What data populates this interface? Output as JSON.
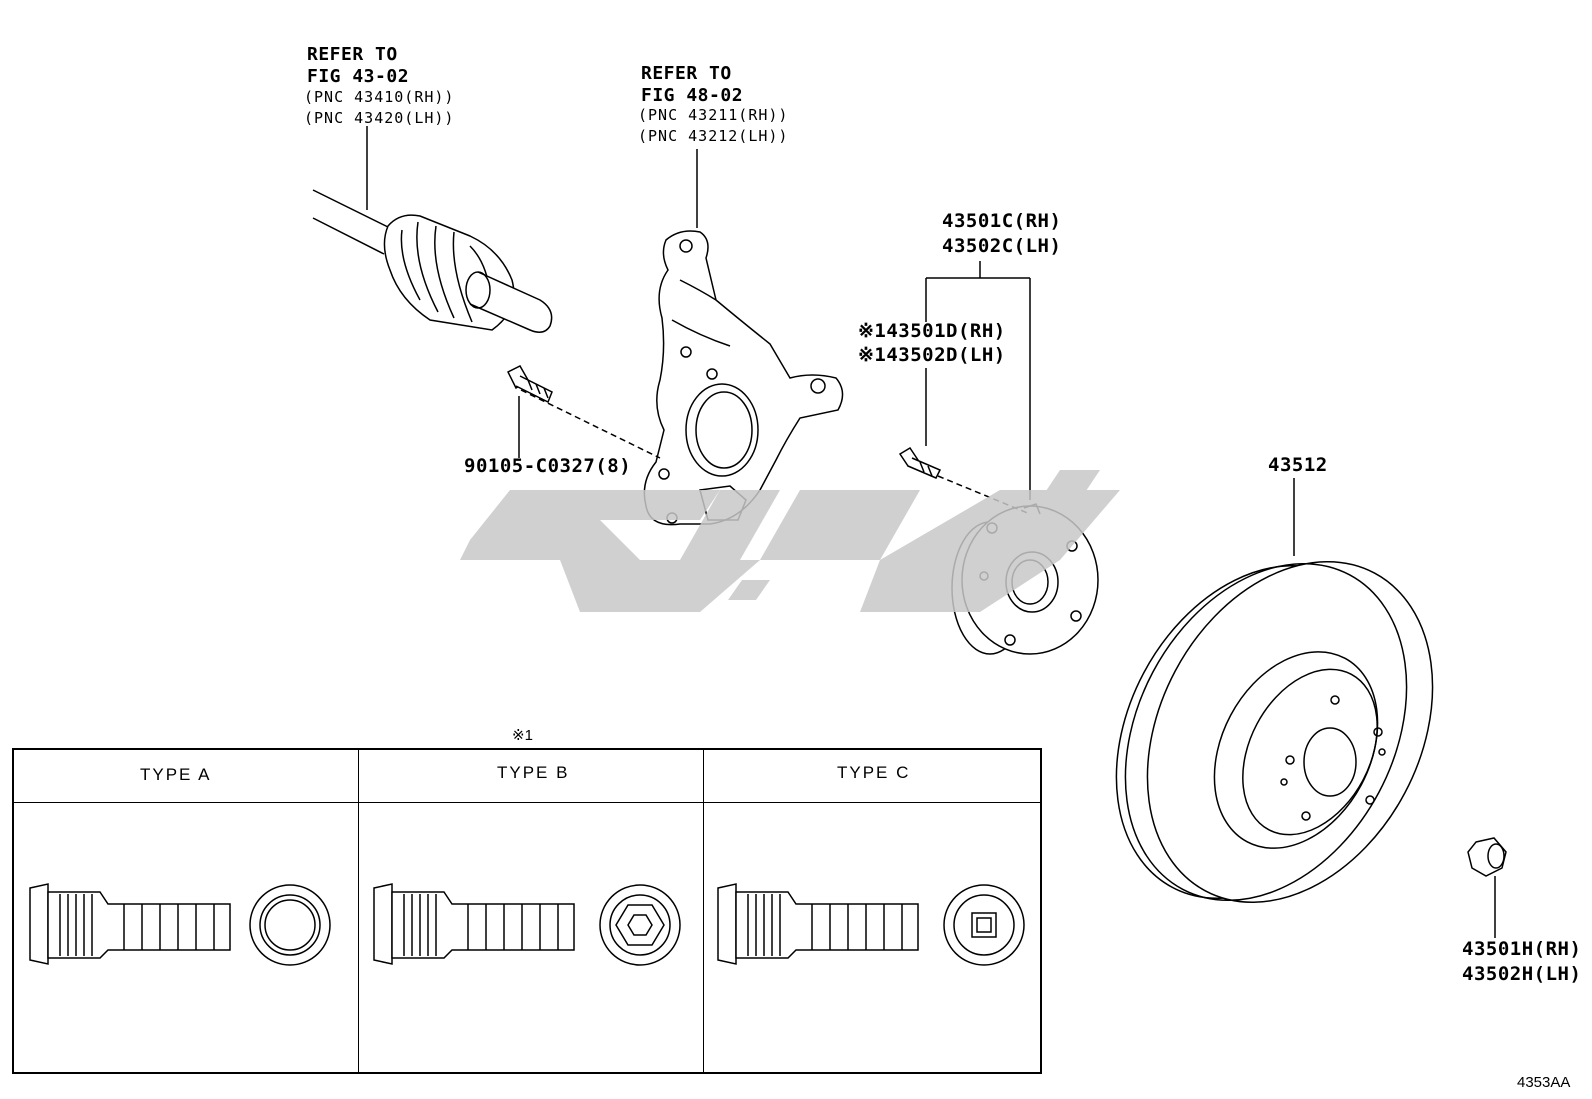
{
  "labels": {
    "driveshaft": {
      "line1": "REFER TO",
      "line2": "FIG 43-02",
      "line3": "(PNC 43410(RH))",
      "line4": "(PNC 43420(LH))"
    },
    "knuckle": {
      "line1": "REFER TO",
      "line2": "FIG 48-02",
      "line3": "(PNC 43211(RH))",
      "line4": "(PNC 43212(LH))"
    },
    "bolt": "90105-C0327(8)",
    "hub": {
      "rh": "43501C(RH)",
      "lh": "43502C(LH)"
    },
    "stud": {
      "rh": "※143501D(RH)",
      "lh": "※143502D(LH)"
    },
    "disc": "43512",
    "nut": {
      "rh": "43501H(RH)",
      "lh": "43502H(LH)"
    },
    "table_note": "※1",
    "figure_code": "4353AA"
  },
  "table": {
    "columns": [
      "TYPE A",
      "TYPE B",
      "TYPE C"
    ]
  },
  "watermark": {
    "text": "یدک یارکی",
    "color": "#c8c8c8"
  }
}
